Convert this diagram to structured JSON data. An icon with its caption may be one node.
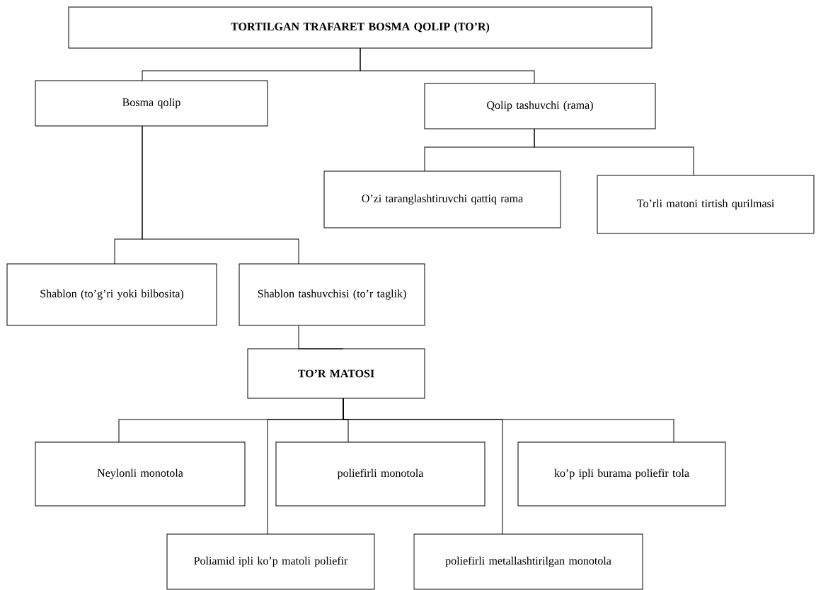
{
  "diagram": {
    "nodes": [
      {
        "text": [
          "TORTILGAN TRAFARET BOSMA QOLIP (TO’R)"
        ]
      },
      {
        "text": [
          "Bosma qolip"
        ]
      },
      {
        "text": [
          "Qolip tashuvchi (rama)"
        ]
      },
      {
        "text": [
          "O’zi taranglashtiruvchi qattiq rama"
        ]
      },
      {
        "text": [
          "To’rli matoni tirtish qurilmasi"
        ]
      },
      {
        "text": [
          "Shablon (to’g’ri yoki bilbosita)"
        ]
      },
      {
        "text": [
          "Shablon tashuvchisi (to’r taglik)"
        ]
      },
      {
        "text": [
          "TO’R MATOSI"
        ]
      },
      {
        "text": [
          "Neylonli monotola"
        ]
      },
      {
        "text": [
          "poliefirli monotola"
        ]
      },
      {
        "text": [
          "ko’p ipli burama poliefir tola"
        ]
      },
      {
        "text": [
          "Poliamid ipli ko’p matoli poliefir"
        ]
      },
      {
        "text": [
          "poliefirli metallashtirilgan monotola"
        ]
      }
    ],
    "edges": [
      {
        "from": 0,
        "to": 1,
        "arrow": "none"
      },
      {
        "from": 0,
        "to": 2,
        "arrow": "none"
      },
      {
        "from": 2,
        "to": 3,
        "arrow": "none"
      },
      {
        "from": 2,
        "to": 4,
        "arrow": "none"
      },
      {
        "from": 1,
        "to": 5,
        "arrow": "none"
      },
      {
        "from": 1,
        "to": 6,
        "arrow": "none"
      },
      {
        "from": 6,
        "to": 7,
        "arrow": "none"
      },
      {
        "from": 7,
        "to": 8,
        "arrow": "none"
      },
      {
        "from": 7,
        "to": 11,
        "arrow": "none"
      },
      {
        "from": 7,
        "to": 9,
        "arrow": "none"
      },
      {
        "from": 7,
        "to": 12,
        "arrow": "none"
      },
      {
        "from": 7,
        "to": 10,
        "arrow": "none"
      }
    ]
  }
}
